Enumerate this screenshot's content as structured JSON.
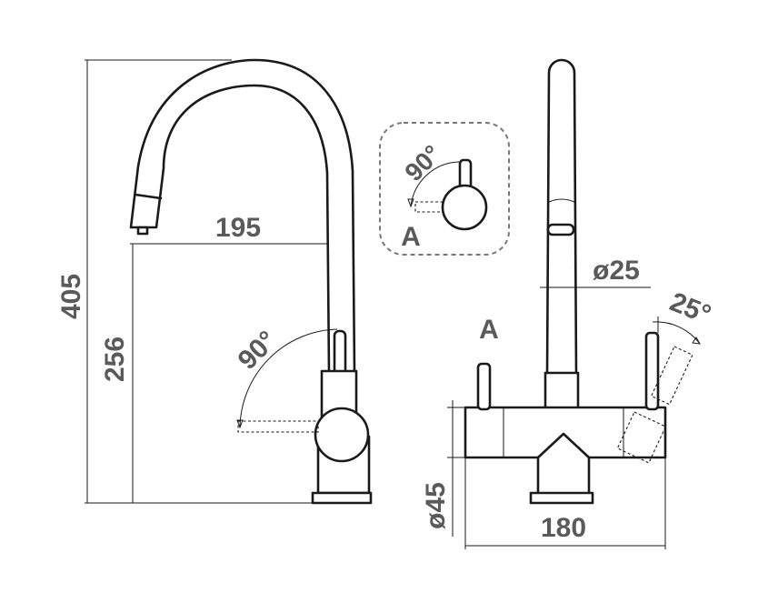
{
  "side_view": {
    "height_total": "405",
    "height_spout": "256",
    "reach": "195",
    "lever_angle": "90°"
  },
  "detail_inset": {
    "angle": "90°",
    "view_label": "A"
  },
  "front_view": {
    "view_label": "A",
    "spout_diameter": "ø25",
    "lever_tilt": "25°",
    "body_diameter": "ø45",
    "width": "180"
  }
}
